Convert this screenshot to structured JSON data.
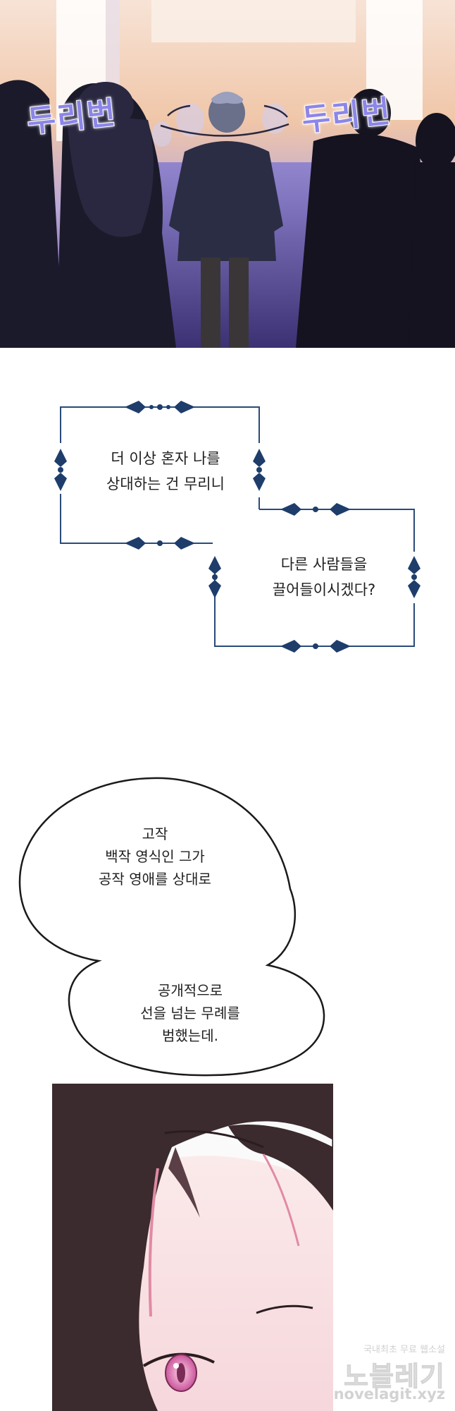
{
  "panel_top": {
    "sfx_left": "두리번",
    "sfx_right": "두리번"
  },
  "captions": [
    {
      "lines": [
        "더 이상 혼자 나를",
        "상대하는 건 무리니"
      ]
    },
    {
      "lines": [
        "다른 사람들을",
        "끌어들이시겠다?"
      ]
    }
  ],
  "speech_bubble": {
    "part1": [
      "고작",
      "백작 영식인 그가",
      "공작 영애를 상대로"
    ],
    "part2": [
      "공개적으로",
      "선을 넘는 무례를",
      "범했는데."
    ]
  },
  "watermark": {
    "line1": "국내최초 무료 웹소설",
    "line2": "노블레기",
    "line3": "novelagit.xyz"
  },
  "colors": {
    "sfx": "#8c86e8",
    "caption_border": "#2a4a7a",
    "ornament": "#1e3d6b",
    "crowd": "#1b1a2a",
    "background_glow": "#f2c7a8"
  }
}
